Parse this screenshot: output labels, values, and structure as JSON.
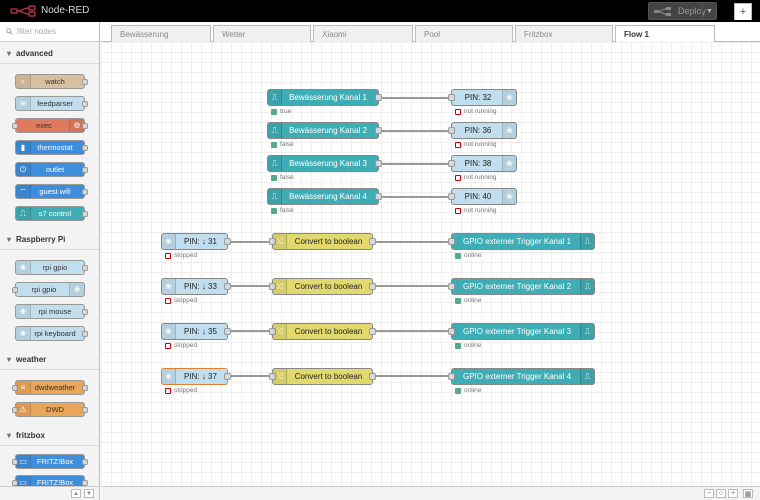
{
  "app": {
    "title": "Node-RED",
    "deploy_label": "Deploy"
  },
  "palette": {
    "search_placeholder": "filter nodes",
    "categories": [
      {
        "name": "advanced",
        "nodes": [
          "watch",
          "feedparser",
          "exec",
          "thermostat",
          "outlet",
          "guest wifi",
          "s7 control"
        ]
      },
      {
        "name": "Raspberry Pi",
        "nodes": [
          "rpi gpio",
          "rpi gpio",
          "rpi mouse",
          "rpi keyboard"
        ]
      },
      {
        "name": "weather",
        "nodes": [
          "dwdweather",
          "DWD"
        ]
      },
      {
        "name": "fritzbox",
        "nodes": [
          "FRITZ!Box",
          "FRITZ!Box"
        ]
      }
    ]
  },
  "tabs": [
    "Bewässerung",
    "Wetter",
    "Xiaomi",
    "Pool",
    "Fritzbox",
    "Flow 1"
  ],
  "active_tab": "Flow 1",
  "flow": {
    "outputs_top": [
      {
        "label": "Bewässerung Kanal 1",
        "status": "true",
        "pin": "PIN: 32",
        "pin_status": "not running"
      },
      {
        "label": "Bewässerung Kanal 2",
        "status": "false",
        "pin": "PIN: 36",
        "pin_status": "not running"
      },
      {
        "label": "Bewässerung Kanal 3",
        "status": "false",
        "pin": "PIN: 38",
        "pin_status": "not running"
      },
      {
        "label": "Bewässerung Kanal 4",
        "status": "false",
        "pin": "PIN: 40",
        "pin_status": "not running"
      }
    ],
    "inputs": [
      {
        "pin": "PIN: ↓ 31",
        "pin_status": "stopped",
        "func": "Convert to boolean",
        "trigger": "GPIO externer Trigger Kanal 1",
        "trigger_status": "online"
      },
      {
        "pin": "PIN: ↓ 33",
        "pin_status": "stopped",
        "func": "Convert to boolean",
        "trigger": "GPIO externer Trigger Kanal 2",
        "trigger_status": "online"
      },
      {
        "pin": "PIN: ↓ 35",
        "pin_status": "stopped",
        "func": "Convert to boolean",
        "trigger": "GPIO externer Trigger Kanal 3",
        "trigger_status": "online"
      },
      {
        "pin": "PIN: ↓ 37",
        "pin_status": "stopped",
        "func": "Convert to boolean",
        "trigger": "GPIO externer Trigger Kanal 4",
        "trigger_status": "online"
      }
    ]
  },
  "footer": {
    "zoom_out": "−",
    "zoom_reset": "○",
    "zoom_in": "+"
  },
  "colors": {
    "trigger_node": "#3fadb5",
    "rpi_node": "#c0deed",
    "function_node": "#e2d96e",
    "status_online": "#55aa88",
    "status_error": "#cc0000"
  }
}
